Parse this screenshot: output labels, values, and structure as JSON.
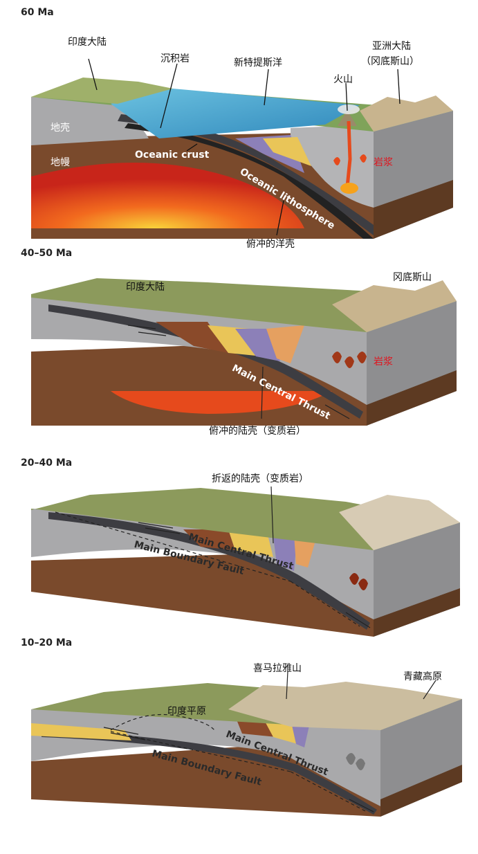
{
  "panels": [
    {
      "age": "60 Ma",
      "labels": {
        "india": "印度大陆",
        "sediment": "沉积岩",
        "neotethys": "新特提斯洋",
        "volcano": "火山",
        "asia_line1": "亚洲大陆",
        "asia_line2": "（冈底斯山）",
        "crust": "地壳",
        "mantle": "地幔",
        "oceanic_crust": "Oceanic crust",
        "oceanic_lithosphere": "Oceanic lithosphere",
        "magma": "岩浆",
        "subducted": "俯冲的洋壳"
      }
    },
    {
      "age": "40–50 Ma",
      "labels": {
        "india": "印度大陆",
        "gangdese": "冈底斯山",
        "magma": "岩浆",
        "mct": "Main Central Thrust",
        "subducted": "俯冲的陆壳（变质岩）"
      }
    },
    {
      "age": "20–40 Ma",
      "labels": {
        "exhumed": "折返的陆壳（变质岩）",
        "mct": "Main Central Thrust",
        "mbf": "Main Boundary Fault"
      }
    },
    {
      "age": "10–20 Ma",
      "labels": {
        "himalaya": "喜马拉雅山",
        "tibet": "青藏高原",
        "india_plain": "印度平原",
        "mct": "Main Central Thrust",
        "mbf": "Main Boundary Fault"
      }
    }
  ],
  "colors": {
    "crust_gray": "#a9a9ab",
    "mantle_brown": "#7a4a2c",
    "magma_red": "#e64a1c",
    "ocean_blue": "#4aa4cf",
    "land_green": "#8c9a5c",
    "mountain_tan": "#c8b48e",
    "sediment_yellow": "#e9c558",
    "label_red": "#e0141e"
  }
}
